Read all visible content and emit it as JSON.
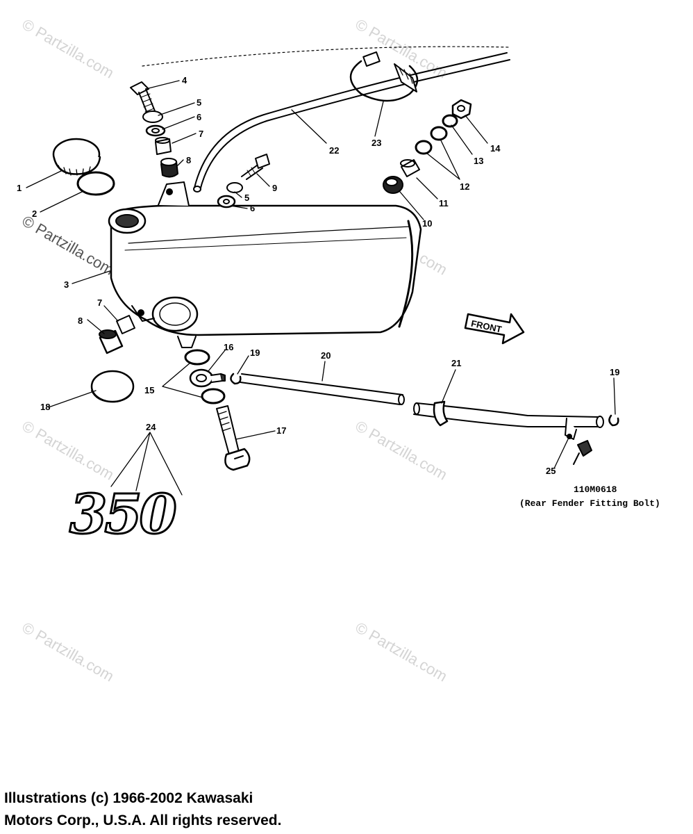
{
  "watermark": "© Partzilla.com",
  "callouts": {
    "c1": "1",
    "c2": "2",
    "c3": "3",
    "c4": "4",
    "c5a": "5",
    "c5b": "5",
    "c6a": "6",
    "c6b": "6",
    "c7a": "7",
    "c7b": "7",
    "c8a": "8",
    "c8b": "8",
    "c9": "9",
    "c10": "10",
    "c11": "11",
    "c12": "12",
    "c13": "13",
    "c14": "14",
    "c15": "15",
    "c16": "16",
    "c17": "17",
    "c18": "18",
    "c19a": "19",
    "c19b": "19",
    "c20": "20",
    "c21": "21",
    "c22": "22",
    "c23": "23",
    "c24": "24",
    "c25": "25"
  },
  "front_label": "FRONT",
  "emblem": "350",
  "part_number": "110M0618",
  "part_note": "(Rear Fender Fitting Bolt)",
  "copyright": {
    "line1": "Illustrations (c) 1966-2002 Kawasaki",
    "line2": "Motors Corp., U.S.A.  All rights reserved."
  }
}
